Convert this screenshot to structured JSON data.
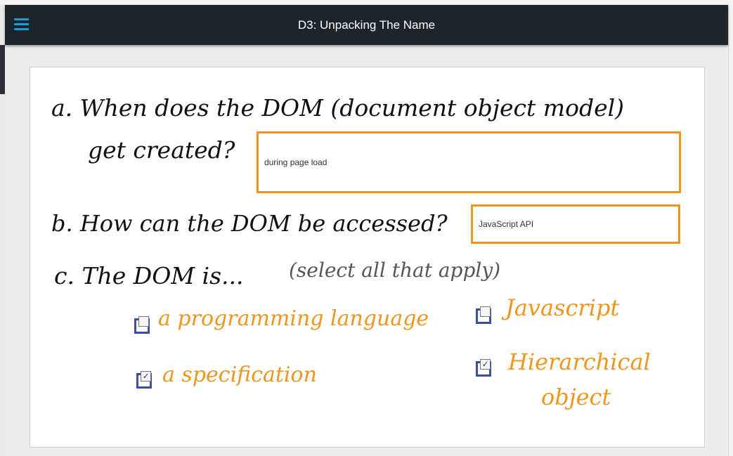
{
  "header": {
    "title": "D3: Unpacking The Name",
    "menu_icon": "hamburger-menu-icon"
  },
  "questions": {
    "a_line1": "a. When does the DOM (document object model)",
    "a_line2": "get created?",
    "a_answer": "during page load",
    "b_prompt": "b. How can the DOM be accessed?",
    "b_answer": "JavaScript API",
    "c_prompt": "c. The DOM is...",
    "c_hint": "(select all that apply)"
  },
  "options": [
    {
      "label": "a programming language",
      "checked": false
    },
    {
      "label": "a specification",
      "checked": true
    },
    {
      "label": "Javascript",
      "checked": false
    },
    {
      "label_line1": "Hierarchical",
      "label_line2": "object",
      "checked": true
    }
  ],
  "colors": {
    "header_bg": "#1d252c",
    "accent_orange": "#f0961e",
    "checkbox_blue": "#3c4fa8",
    "menu_blue": "#1e9bd7"
  }
}
